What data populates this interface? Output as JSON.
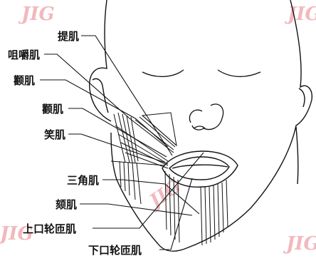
{
  "watermark": {
    "text": "JIG",
    "color": "#f2b8bd"
  },
  "labels": {
    "levator": "提肌",
    "masseter": "咀嚼肌",
    "zygomaticus1": "颧肌",
    "zygomaticus2": "颧肌",
    "risorius": "笑肌",
    "triangularis": "三角肌",
    "mentalis": "颏肌",
    "upper_orbicularis": "上口轮匝肌",
    "lower_orbicularis": "下口轮匝肌"
  },
  "colors": {
    "line": "#111111",
    "background": "#ffffff"
  }
}
